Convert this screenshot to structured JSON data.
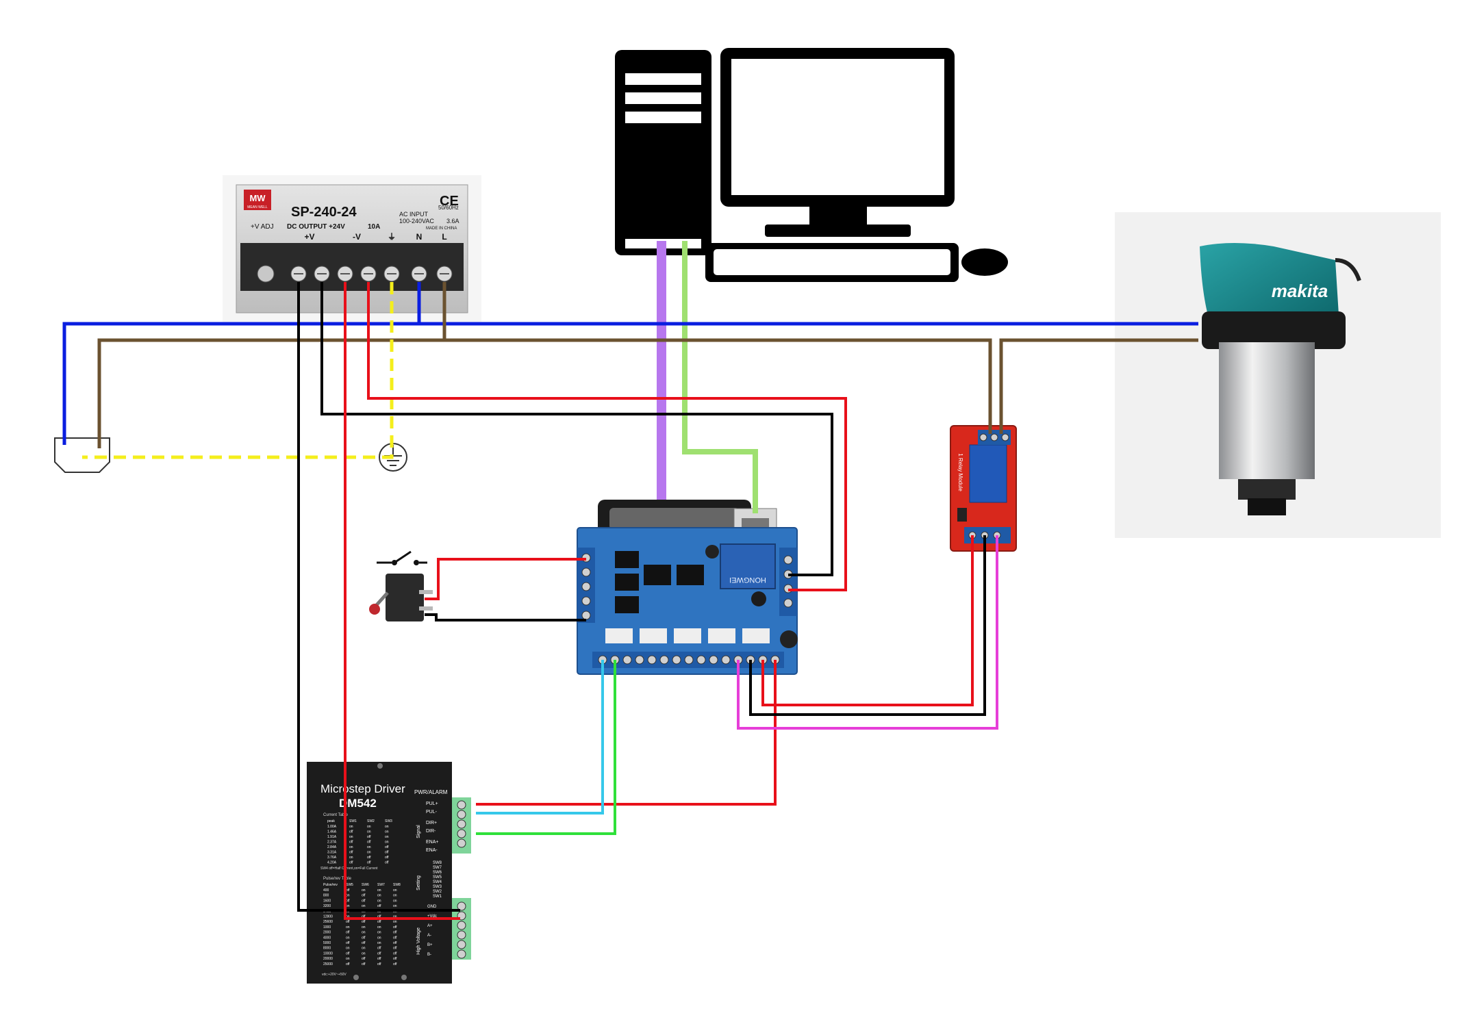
{
  "power_supply": {
    "brand": "MW",
    "brand_sub": "MEAN WELL",
    "model": "SP-240-24",
    "vadj": "+V ADJ",
    "dc_output": "DC OUTPUT +24V",
    "dc_current": "10A",
    "ac_input": "AC INPUT",
    "ac_range": "100-240VAC",
    "ac_freq": "50/60Hz",
    "ac_current": "3.6A",
    "made_in": "MADE IN CHINA",
    "terminals": [
      "+V",
      "-V",
      "⏚",
      "N",
      "L"
    ]
  },
  "breakout_board": {
    "relay_brand": "HONGWEI"
  },
  "relay_module": {
    "title": "1 Relay Module"
  },
  "router": {
    "brand": "makita"
  },
  "driver": {
    "title": "Microstep Driver",
    "model": "DM542",
    "pwr_alarm": "PWR/ALARM",
    "signal_labels": [
      "PUL+",
      "PUL-",
      "DIR+",
      "DIR-",
      "ENA+",
      "ENA-"
    ],
    "signal": "Signal",
    "setting": "Setting",
    "high_voltage": "High Voltage",
    "dip_labels": [
      "SW8",
      "SW7",
      "SW6",
      "SW5",
      "SW4",
      "SW3",
      "SW2",
      "SW1"
    ],
    "current_table_title": "Current Table",
    "current_header": [
      "peak",
      "SW1",
      "SW2",
      "SW3"
    ],
    "current_rows": [
      [
        "1.00A",
        "on",
        "on",
        "on"
      ],
      [
        "1.46A",
        "off",
        "on",
        "on"
      ],
      [
        "1.91A",
        "on",
        "off",
        "on"
      ],
      [
        "2.37A",
        "off",
        "off",
        "on"
      ],
      [
        "2.84A",
        "on",
        "on",
        "off"
      ],
      [
        "3.31A",
        "off",
        "on",
        "off"
      ],
      [
        "3.76A",
        "on",
        "off",
        "off"
      ],
      [
        "4.20A",
        "off",
        "off",
        "off"
      ]
    ],
    "sw4_note": "SW4 off=Half Current,on=Full Current",
    "pulse_table_title": "Pulse/rev Table",
    "pulse_header": [
      "Pulse/rev",
      "SW5",
      "SW6",
      "SW7",
      "SW8"
    ],
    "pulse_rows": [
      [
        "400",
        "off",
        "on",
        "on",
        "on"
      ],
      [
        "800",
        "on",
        "off",
        "on",
        "on"
      ],
      [
        "1600",
        "off",
        "off",
        "on",
        "on"
      ],
      [
        "3200",
        "on",
        "on",
        "off",
        "on"
      ],
      [
        "6400",
        "off",
        "on",
        "off",
        "on"
      ],
      [
        "12800",
        "on",
        "off",
        "off",
        "on"
      ],
      [
        "25600",
        "off",
        "off",
        "off",
        "on"
      ],
      [
        "1000",
        "on",
        "on",
        "on",
        "off"
      ],
      [
        "2000",
        "off",
        "on",
        "on",
        "off"
      ],
      [
        "4000",
        "on",
        "off",
        "on",
        "off"
      ],
      [
        "5000",
        "off",
        "off",
        "on",
        "off"
      ],
      [
        "8000",
        "on",
        "on",
        "off",
        "off"
      ],
      [
        "10000",
        "off",
        "on",
        "off",
        "off"
      ],
      [
        "20000",
        "on",
        "off",
        "off",
        "off"
      ],
      [
        "25000",
        "off",
        "off",
        "off",
        "off"
      ]
    ],
    "vdc": "vdc:+20V~+50V",
    "power_labels": [
      "GND",
      "+Vdc",
      "A+",
      "A-",
      "B+",
      "B-"
    ]
  },
  "colors": {
    "wire_blue": "#0a1ee0",
    "wire_brown": "#6b5230",
    "wire_black": "#000000",
    "wire_red": "#e8101a",
    "wire_yellow": "#f4ee1c",
    "wire_purple": "#b777ee",
    "wire_lightgreen": "#9fe070",
    "wire_cyan": "#35c8ea",
    "wire_green": "#2fe03a",
    "wire_magenta": "#e63ed8",
    "pcb_blue": "#2f74c0",
    "relay_red": "#d8281c"
  }
}
